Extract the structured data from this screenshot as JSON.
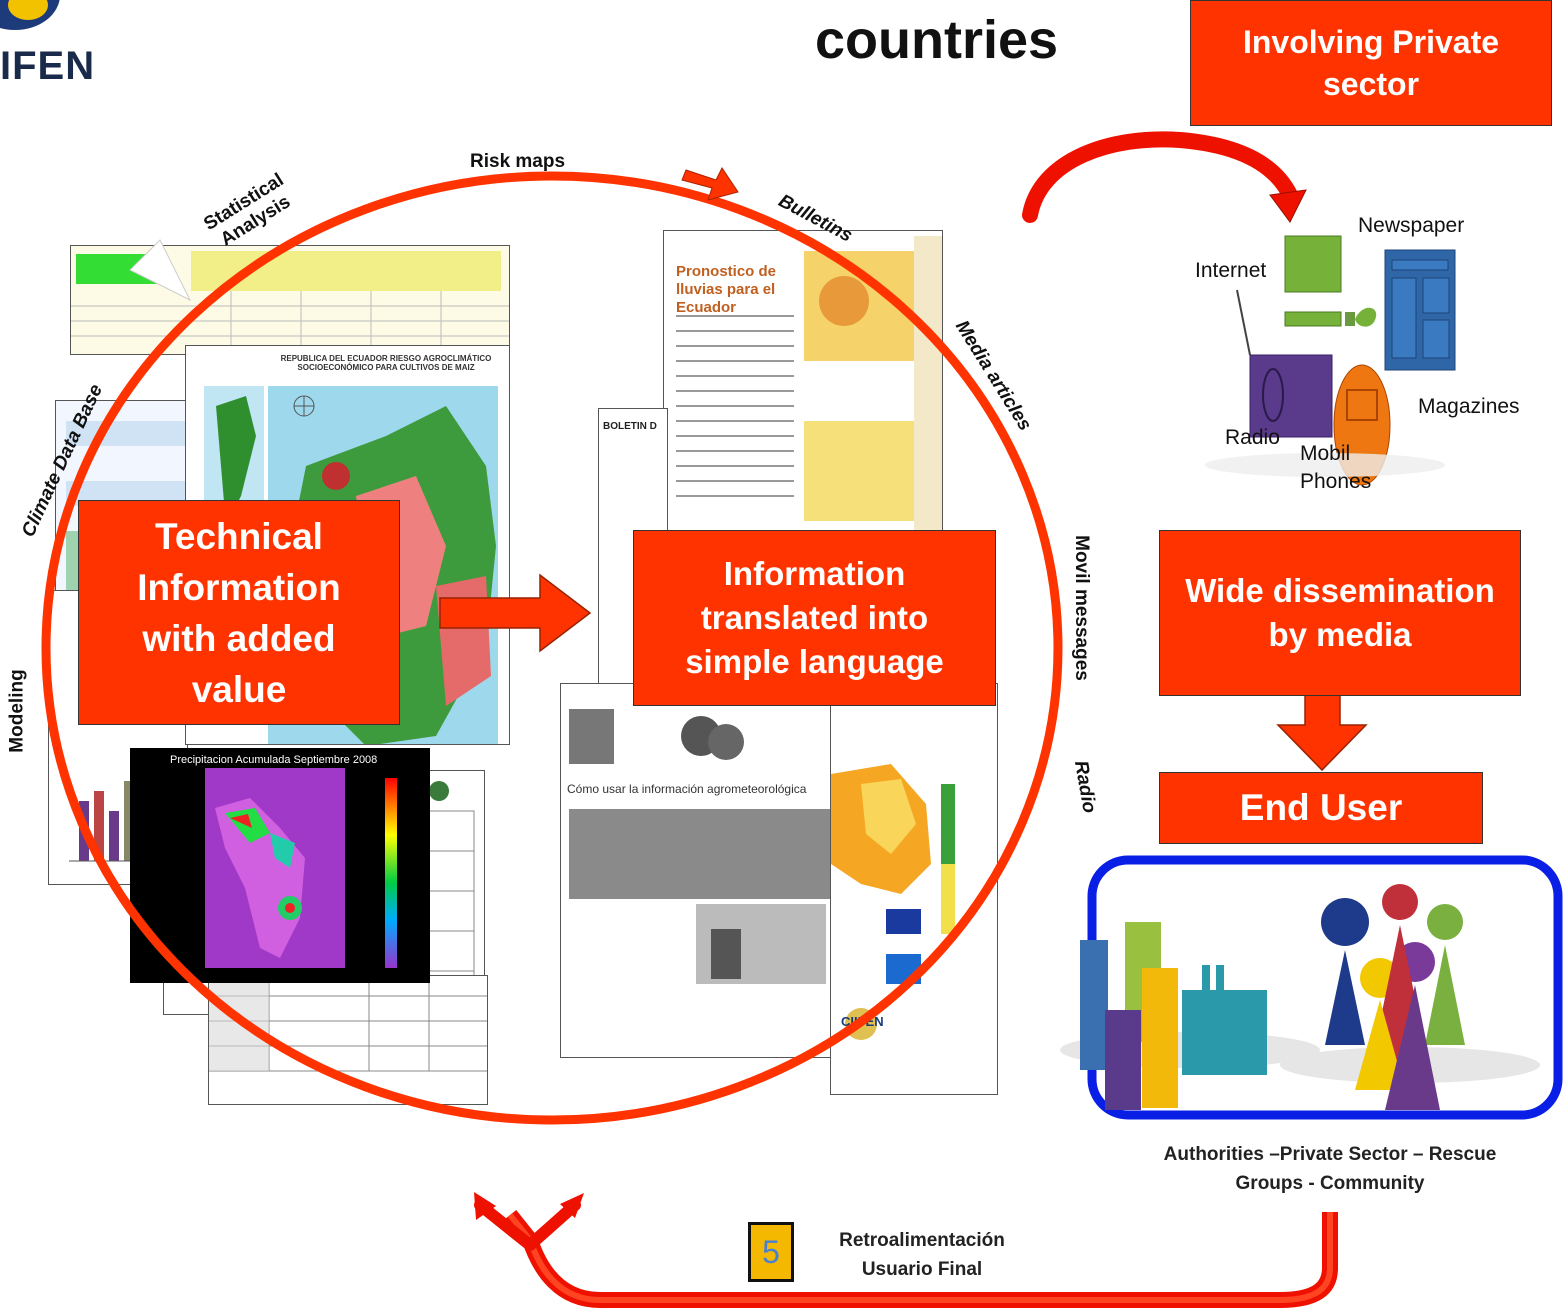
{
  "logo": {
    "text": "IFEN"
  },
  "title": "countries",
  "boxes": {
    "private_sector": "Involving Private sector",
    "technical": "Technical Information with added value",
    "translated": "Information translated into simple language",
    "dissemination": "Wide dissemination by media",
    "end_user": "End User"
  },
  "cycle_labels": {
    "risk_maps": "Risk maps",
    "statistical": "Statistical Analysis",
    "climate_db": "Climate Data Base",
    "modeling": "Modeling",
    "bulletins": "Bulletins",
    "media_articles": "Media articles",
    "movil_messages": "Movil messages",
    "radio": "Radio"
  },
  "media": {
    "newspaper": "Newspaper",
    "internet": "Internet",
    "magazines": "Magazines",
    "radio": "Radio",
    "mobil_phones": "Mobil Phones"
  },
  "documents": {
    "map_title": "REPUBLICA DEL ECUADOR RIESGO AGROCLIMÁTICO SOCIOECONÓMICO PARA CULTIVOS DE MAIZ",
    "bulletin_title": "Pronostico de lluvias para el Ecuador",
    "boletin": "BOLETIN D",
    "precip_title": "Precipitacion Acumulada Septiembre 2008",
    "article_title": "Cómo usar la información agrometeorológica",
    "ciifen": "CIIFEN"
  },
  "end_user_caption": "Authorities –Private Sector – Rescue Groups - Community",
  "feedback": {
    "slide_number": "5",
    "label": "Retroalimentación Usuario Final"
  },
  "colors": {
    "box_red": "#ff3300",
    "arrow_red": "#ee1100",
    "frame_blue": "#0a1fe6"
  }
}
